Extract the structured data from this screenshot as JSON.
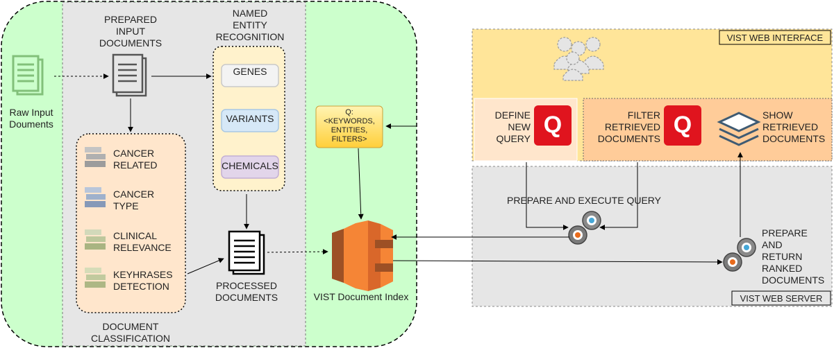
{
  "colors": {
    "green_bg": "#ccffcc",
    "gray_bg": "#e6e6e6",
    "peach": "#ffe6cc",
    "orange_panel": "#ffcc99",
    "yellow_panel": "#fff2cc",
    "interface_yellow": "#ffe599",
    "aws_orange": "#f58536",
    "quora_red": "#e0141e"
  },
  "pipeline": {
    "raw_input": "Raw Input\nDouments",
    "prepared_input": "PREPARED\nINPUT\nDOCUMENTS",
    "ner_title": "NAMED\nENTITY\nRECOGNITION",
    "ner_items": [
      "GENES",
      "VARIANTS",
      "CHEMICALS"
    ],
    "classification_items": [
      "CANCER\nRELATED",
      "CANCER\nTYPE",
      "CLINICAL\nRELEVANCE",
      "KEYHRASES\nDETECTION"
    ],
    "classification_title": "DOCUMENT\nCLASSIFICATION",
    "processed": "PROCESSED\nDOCUMENTS",
    "index": "VIST Document Index",
    "query": "Q:\n<KEYWORDS,\nENTITIES,\nFILTERS>"
  },
  "web": {
    "interface_label": "VIST WEB INTERFACE",
    "server_label": "VIST WEB SERVER",
    "define_query": "DEFINE\nNEW\nQUERY",
    "filter_docs": "FILTER\nRETRIEVED\nDOCUMENTS",
    "show_docs": "SHOW\nRETRIEVED\nDOCUMENTS",
    "prepare_execute": "PREPARE AND EXECUTE QUERY",
    "prepare_return": "PREPARE\nAND\nRETURN\nRANKED\nDOCUMENTS",
    "q_glyph": "Q"
  }
}
